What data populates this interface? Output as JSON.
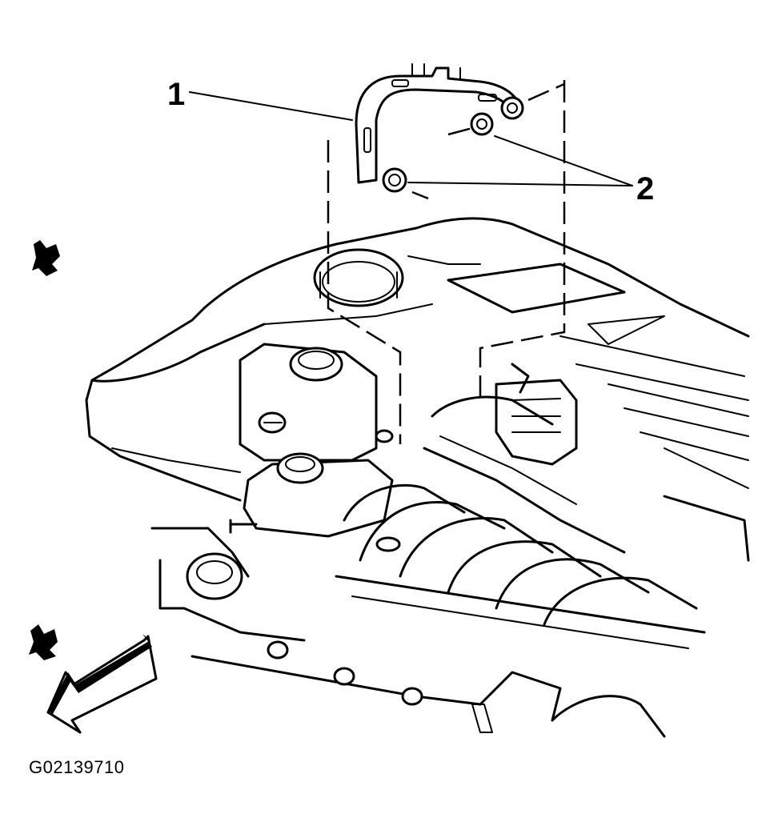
{
  "figure": {
    "id": "G02139710"
  },
  "callouts": [
    {
      "number": "1"
    },
    {
      "number": "2"
    }
  ],
  "colors": {
    "ink": "#000000",
    "background": "#ffffff"
  },
  "icons": {
    "direction_arrow": "front-direction-arrow-icon",
    "smudge": "scan-smudge-icon"
  }
}
